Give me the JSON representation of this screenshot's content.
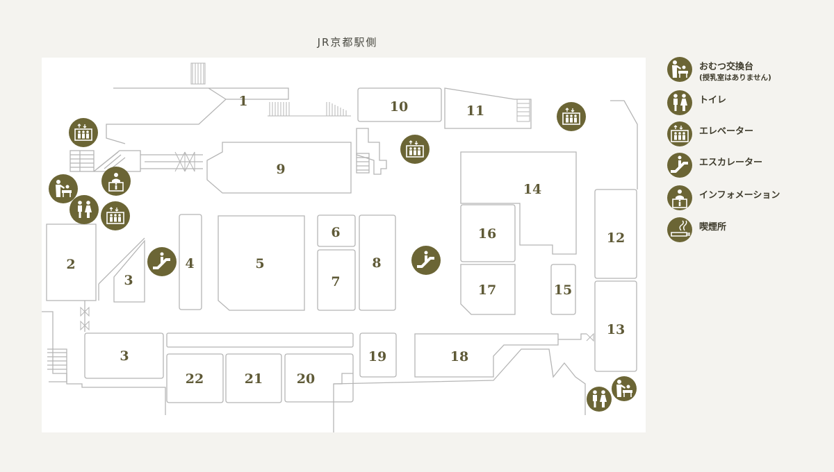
{
  "heading": "JR京都駅側",
  "colors": {
    "accent": "#6b6535",
    "line": "#b5b5b5",
    "number": "#5f5a37",
    "background": "#f4f3ef"
  },
  "map": {
    "stores": [
      {
        "id": "1",
        "label": "1"
      },
      {
        "id": "2",
        "label": "2"
      },
      {
        "id": "3a",
        "label": "3"
      },
      {
        "id": "3b",
        "label": "3"
      },
      {
        "id": "4",
        "label": "4"
      },
      {
        "id": "5",
        "label": "5"
      },
      {
        "id": "6",
        "label": "6"
      },
      {
        "id": "7",
        "label": "7"
      },
      {
        "id": "8",
        "label": "8"
      },
      {
        "id": "9",
        "label": "9"
      },
      {
        "id": "10",
        "label": "10"
      },
      {
        "id": "11",
        "label": "11"
      },
      {
        "id": "12",
        "label": "12"
      },
      {
        "id": "13",
        "label": "13"
      },
      {
        "id": "14",
        "label": "14"
      },
      {
        "id": "15",
        "label": "15"
      },
      {
        "id": "16",
        "label": "16"
      },
      {
        "id": "17",
        "label": "17"
      },
      {
        "id": "18",
        "label": "18"
      },
      {
        "id": "19",
        "label": "19"
      },
      {
        "id": "20",
        "label": "20"
      },
      {
        "id": "21",
        "label": "21"
      },
      {
        "id": "22",
        "label": "22"
      }
    ],
    "markers": [
      {
        "type": "elevator",
        "icon": "elevator-icon"
      },
      {
        "type": "elevator",
        "icon": "elevator-icon"
      },
      {
        "type": "elevator",
        "icon": "elevator-icon"
      },
      {
        "type": "elevator",
        "icon": "elevator-icon"
      },
      {
        "type": "information",
        "icon": "information-icon"
      },
      {
        "type": "diaper",
        "icon": "diaper-changing-icon"
      },
      {
        "type": "diaper",
        "icon": "diaper-changing-icon"
      },
      {
        "type": "toilet",
        "icon": "toilet-icon"
      },
      {
        "type": "toilet",
        "icon": "toilet-icon"
      },
      {
        "type": "escalator",
        "icon": "escalator-icon"
      },
      {
        "type": "escalator",
        "icon": "escalator-icon"
      }
    ]
  },
  "legend": {
    "items": [
      {
        "icon": "diaper-changing-icon",
        "label": "おむつ交換台",
        "sub": "(授乳室はありません)"
      },
      {
        "icon": "toilet-icon",
        "label": "トイレ",
        "sub": ""
      },
      {
        "icon": "elevator-icon",
        "label": "エレベーター",
        "sub": ""
      },
      {
        "icon": "escalator-icon",
        "label": "エスカレーター",
        "sub": ""
      },
      {
        "icon": "information-icon",
        "label": "インフォメーション",
        "sub": ""
      },
      {
        "icon": "smoking-area-icon",
        "label": "喫煙所",
        "sub": ""
      }
    ]
  }
}
